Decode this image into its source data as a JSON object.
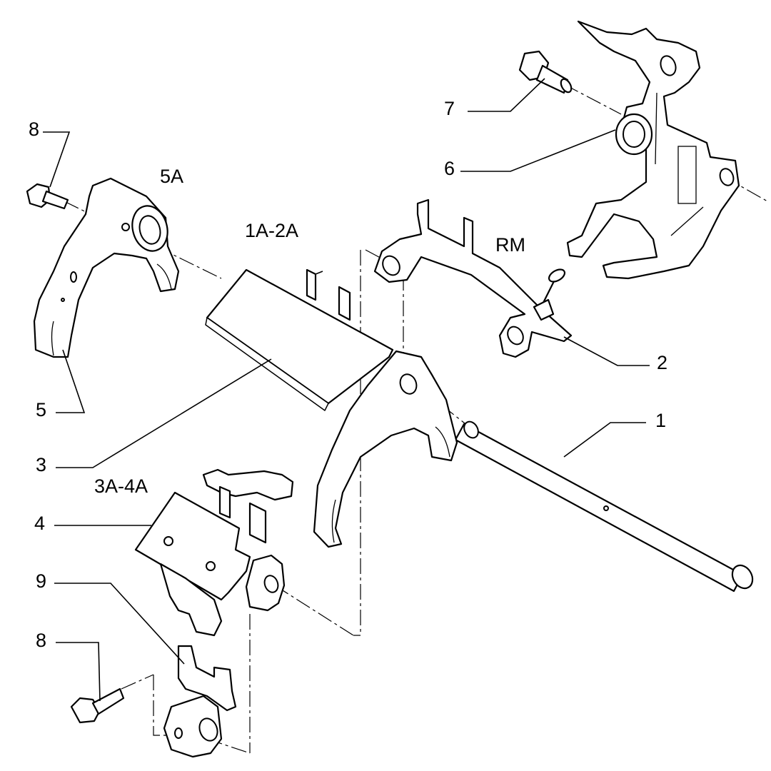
{
  "callouts": {
    "c1": "1",
    "c2": "2",
    "c3": "3",
    "c4": "4",
    "c5": "5",
    "c6": "6",
    "c7": "7",
    "c8_top": "8",
    "c8_bottom": "8",
    "c9": "9"
  },
  "part_labels": {
    "fork_5a": "5A",
    "fork_1a2a": "1A-2A",
    "fork_3a4a": "3A-4A",
    "fork_rm": "RM"
  }
}
